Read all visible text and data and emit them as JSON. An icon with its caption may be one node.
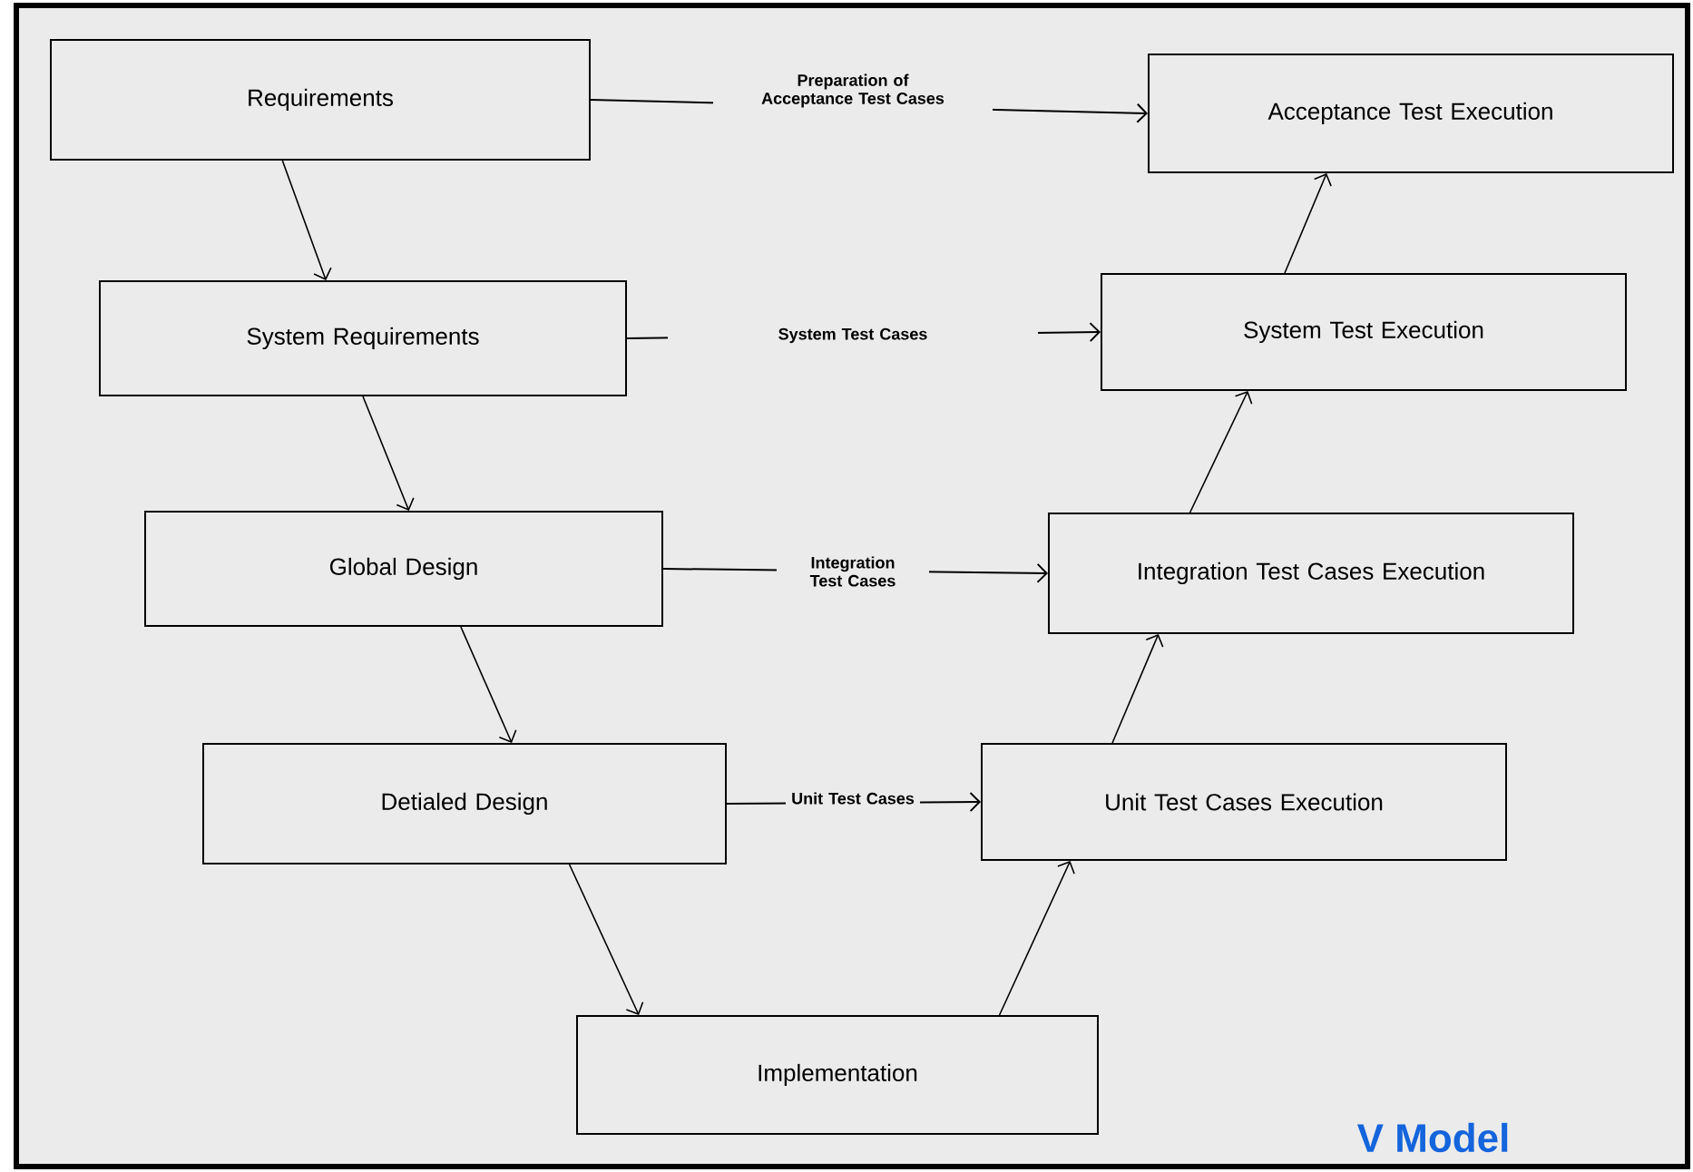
{
  "diagram": {
    "title": "V Model",
    "nodes": [
      {
        "text": [
          "Requirements"
        ]
      },
      {
        "text": [
          "System Requirements"
        ]
      },
      {
        "text": [
          "Global Design"
        ]
      },
      {
        "text": [
          "Detialed Design"
        ]
      },
      {
        "text": [
          "Implementation"
        ]
      },
      {
        "text": [
          "Unit Test Cases Execution"
        ]
      },
      {
        "text": [
          "Integration Test Cases Execution"
        ]
      },
      {
        "text": [
          "System Test Execution"
        ]
      },
      {
        "text": [
          "Acceptance Test Execution"
        ]
      }
    ],
    "edges": [
      {
        "from": 0,
        "to": 1,
        "arrow": "to"
      },
      {
        "from": 1,
        "to": 2,
        "arrow": "to"
      },
      {
        "from": 2,
        "to": 3,
        "arrow": "to"
      },
      {
        "from": 3,
        "to": 4,
        "arrow": "to"
      },
      {
        "from": 4,
        "to": 5,
        "arrow": "to"
      },
      {
        "from": 5,
        "to": 6,
        "arrow": "to"
      },
      {
        "from": 6,
        "to": 7,
        "arrow": "to"
      },
      {
        "from": 7,
        "to": 8,
        "arrow": "to"
      },
      {
        "from": 0,
        "to": 8,
        "arrow": "to",
        "label": "Preparation of Acceptance Test Cases"
      },
      {
        "from": 1,
        "to": 7,
        "arrow": "to",
        "label": "System Test Cases"
      },
      {
        "from": 2,
        "to": 6,
        "arrow": "to",
        "label": "Integration Test Cases"
      },
      {
        "from": 3,
        "to": 5,
        "arrow": "to",
        "label": "Unit Test Cases"
      }
    ]
  }
}
